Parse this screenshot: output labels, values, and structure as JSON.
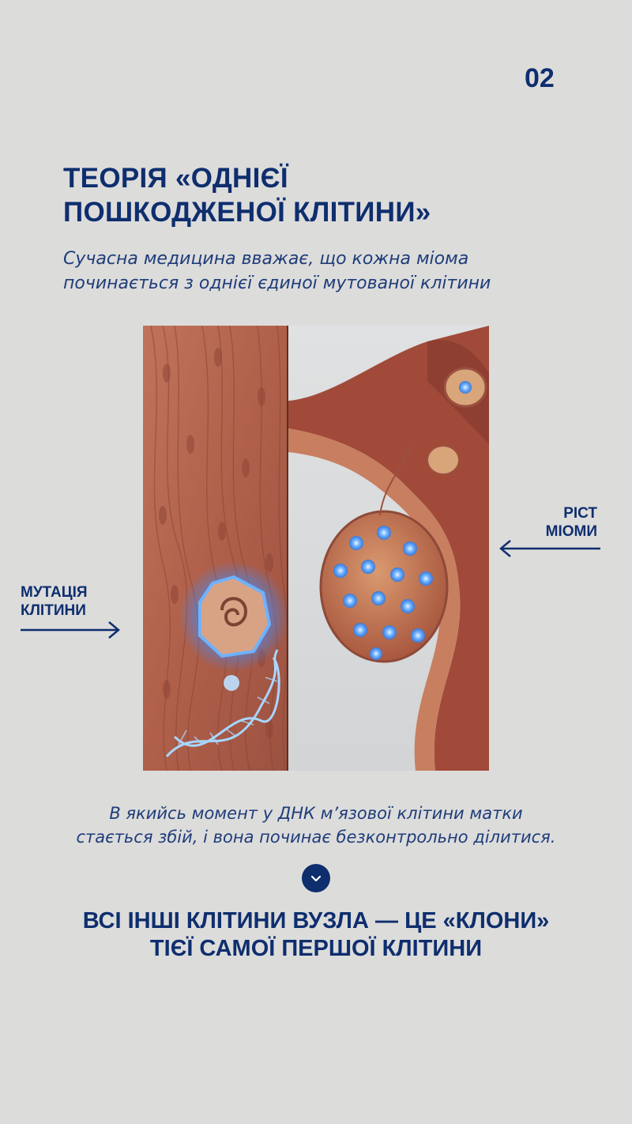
{
  "page": {
    "number": "02",
    "title_line1": "ТЕОРІЯ «ОДНІЄЇ",
    "title_line2": "ПОШКОДЖЕНОЇ КЛІТИНИ»",
    "subtitle_line1": "Сучасна медицина вважає, що кожна міома",
    "subtitle_line2": "починається з однієї єдиної мутованої клітини"
  },
  "labels": {
    "right_line1": "РІСТ",
    "right_line2": "МІОМИ",
    "left_line1": "МУТАЦІЯ",
    "left_line2": "КЛІТИНИ"
  },
  "caption": {
    "line1": "В якийсь момент у ДНК м’язової клітини матки",
    "line2": "стається збій, і вона починає безконтрольно ділитися."
  },
  "conclusion": {
    "line1": "ВСІ ІНШІ КЛІТИНИ ВУЗЛА — ЦЕ «КЛОНИ»",
    "line2": "ТІЄЇ САМОЇ ПЕРШОЇ КЛІТИНИ"
  },
  "icons": {
    "scroll": "chevron-down-icon",
    "arrow_right_label": "arrow-left-icon",
    "arrow_left_label": "arrow-right-icon"
  },
  "colors": {
    "background": "#dcdcdb",
    "primary_text": "#0e2e6e",
    "tissue": "#b5654a",
    "cell_glow": "#2f7dff"
  }
}
